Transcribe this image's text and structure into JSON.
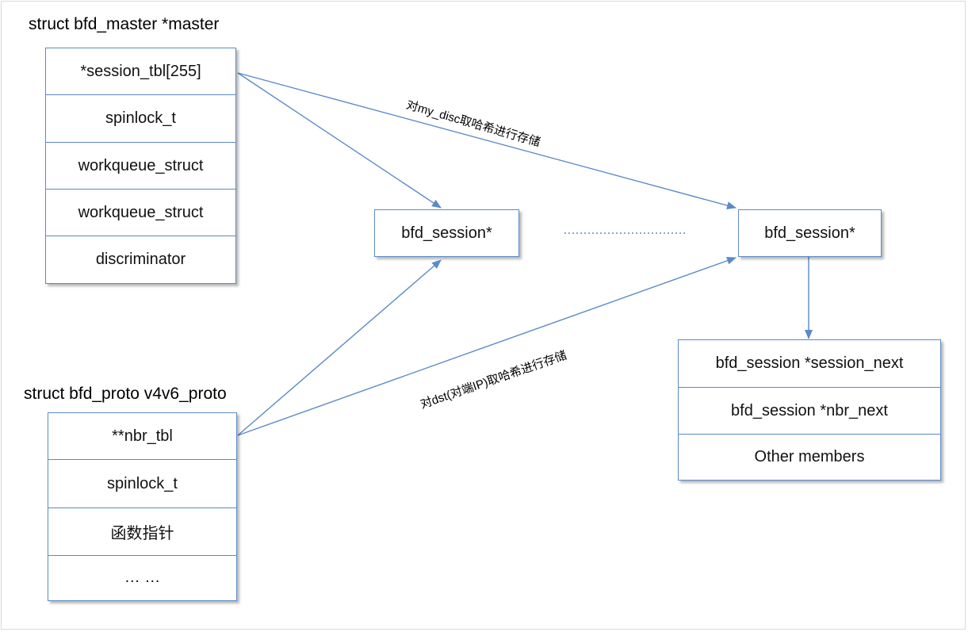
{
  "master": {
    "title": "struct bfd_master *master",
    "fields": [
      "*session_tbl[255]",
      "spinlock_t",
      "workqueue_struct",
      "workqueue_struct",
      "discriminator"
    ]
  },
  "proto": {
    "title": "struct bfd_proto v4v6_proto",
    "fields": [
      "**nbr_tbl",
      "spinlock_t",
      "函数指针",
      "… …"
    ]
  },
  "session_left": {
    "label": "bfd_session*"
  },
  "session_right": {
    "label": "bfd_session*"
  },
  "session_struct": {
    "fields": [
      "bfd_session *session_next",
      "bfd_session *nbr_next",
      "Other members"
    ]
  },
  "edge_labels": {
    "my_disc_hash": "对my_disc取哈希进行存储",
    "dst_hash": "对dst(对端IP)取哈希进行存储"
  },
  "colors": {
    "line": "#5b8ac9",
    "border": "#5b8ac9"
  }
}
